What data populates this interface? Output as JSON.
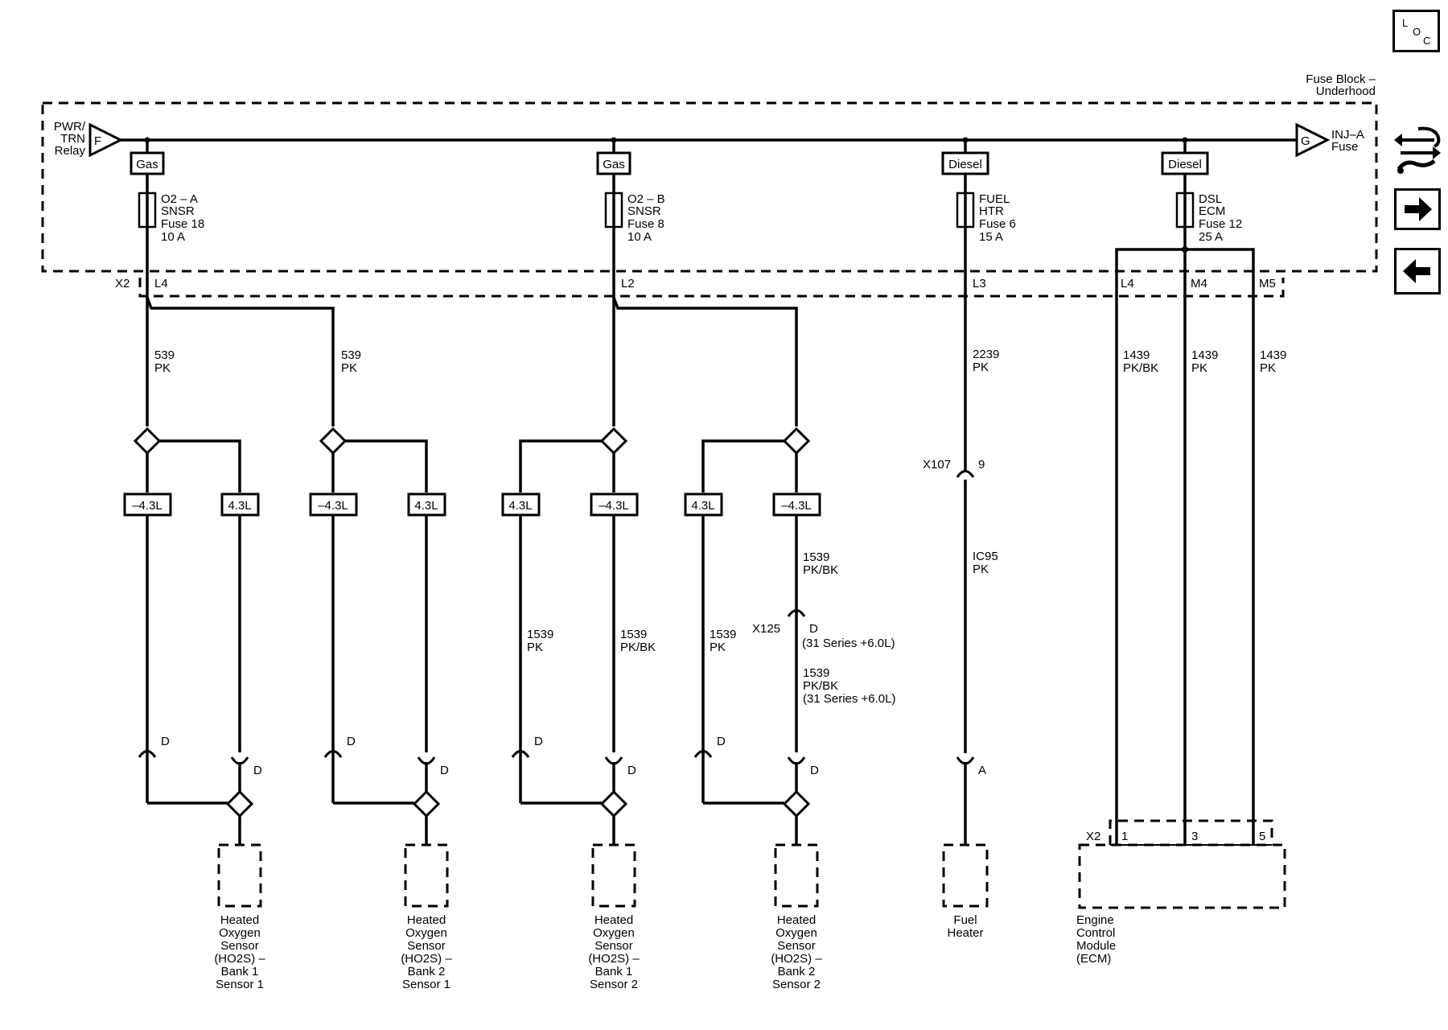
{
  "nav": {
    "loc_l": "L",
    "loc_o": "O",
    "loc_c": "C"
  },
  "fuse_block": {
    "title_line1": "Fuse Block –",
    "title_line2": "Underhood"
  },
  "bus": {
    "left_label": [
      "PWR/",
      "TRN",
      "Relay"
    ],
    "left_letter": "F",
    "right_label": [
      "INJ–A",
      "Fuse"
    ],
    "right_letter": "G"
  },
  "fuses": [
    {
      "tag": "Gas",
      "lines": [
        "O2 – A",
        "SNSR",
        "Fuse 18",
        "10 A"
      ]
    },
    {
      "tag": "Gas",
      "lines": [
        "O2 – B",
        "SNSR",
        "Fuse 8",
        "10 A"
      ]
    },
    {
      "tag": "Diesel",
      "lines": [
        "FUEL",
        "HTR",
        "Fuse 6",
        "15 A"
      ]
    },
    {
      "tag": "Diesel",
      "lines": [
        "DSL",
        "ECM",
        "Fuse 12",
        "25 A"
      ]
    }
  ],
  "connector_x2": {
    "name": "X2",
    "pins": {
      "p1": "L4",
      "p2": "L2",
      "p3": "L3",
      "p4": "L4",
      "p5": "M4",
      "p6": "M5"
    }
  },
  "wires": {
    "w539": [
      "539",
      "PK"
    ],
    "w2239": [
      "2239",
      "PK"
    ],
    "wic95": [
      "IC95",
      "PK"
    ],
    "w1439a": [
      "1439",
      "PK/BK"
    ],
    "w1439b": [
      "1439",
      "PK"
    ],
    "w1439c": [
      "1439",
      "PK"
    ],
    "w1539pk": [
      "1539",
      "PK"
    ],
    "w1539pkbk": [
      "1539",
      "PK/BK"
    ],
    "w1539_series": [
      "1539",
      "PK/BK",
      "(31 Series +6.0L)"
    ]
  },
  "engine_options": {
    "not_43": "–4.3L",
    "is_43": "4.3L"
  },
  "connectors": {
    "x107_name": "X107",
    "x107_pin": "9",
    "x125_name": "X125",
    "x125_pin": "D",
    "x125_note": "(31 Series +6.0L)",
    "pin_d": "D",
    "pin_a": "A"
  },
  "components": [
    {
      "lines": [
        "Heated",
        "Oxygen",
        "Sensor",
        "(HO2S) –",
        "Bank 1",
        "Sensor 1"
      ]
    },
    {
      "lines": [
        "Heated",
        "Oxygen",
        "Sensor",
        "(HO2S) –",
        "Bank 2",
        "Sensor 1"
      ]
    },
    {
      "lines": [
        "Heated",
        "Oxygen",
        "Sensor",
        "(HO2S) –",
        "Bank 1",
        "Sensor 2"
      ]
    },
    {
      "lines": [
        "Heated",
        "Oxygen",
        "Sensor",
        "(HO2S) –",
        "Bank 2",
        "Sensor 2"
      ]
    },
    {
      "lines": [
        "Fuel",
        "Heater"
      ]
    },
    {
      "lines": [
        "Engine",
        "Control",
        "Module",
        "(ECM)"
      ]
    }
  ],
  "ecm_connector": {
    "name": "X2",
    "pins": [
      "1",
      "3",
      "5"
    ]
  }
}
